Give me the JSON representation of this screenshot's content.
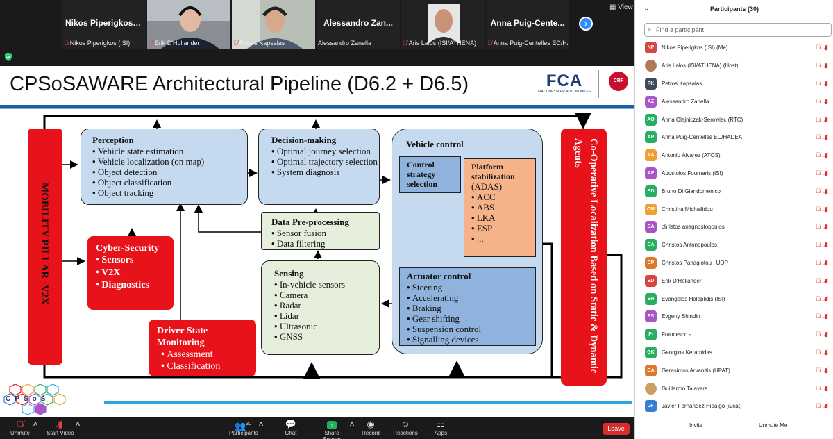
{
  "strip": {
    "tiles": [
      {
        "big_name": "Nikos Piperigkos (I...",
        "caption": "Nikos Piperigkos (ISI)"
      },
      {
        "big_name": "",
        "caption": "Erik D'Hollander"
      },
      {
        "big_name": "",
        "caption": "Petros Kapsalas"
      },
      {
        "big_name": "Alessandro Zan...",
        "caption": "Alessandro Zanella"
      },
      {
        "big_name": "",
        "caption": "Aris Lalos (ISI/ATHENA)"
      },
      {
        "big_name": "Anna Puig-Cente...",
        "caption": "Anna Puig-Centelles EC/HA..."
      }
    ],
    "view_label": "View"
  },
  "slide": {
    "title": "CPSoSAWARE Architectural Pipeline (D6.2 + D6.5)",
    "fca_logo": "FCA",
    "fca_sub": "FIAT CHRYSLER AUTOMOBILES",
    "crf_logo": "CRF",
    "mobility_pillar": "MOBILITY PILLAR -V2X",
    "coop_localization": "Co-Operative Localization Based on Static & Dynamic Agents",
    "perception": {
      "title": "Perception",
      "items": [
        "Vehicle state estimation",
        "Vehicle localization (on map)",
        "Object detection",
        "Object classification",
        "Object tracking"
      ]
    },
    "decision": {
      "title": "Decision-making",
      "items": [
        "Optimal journey selection",
        "Optimal trajectory selection",
        "System diagnosis"
      ]
    },
    "preprocessing": {
      "title": "Data Pre-processing",
      "items": [
        "Sensor fusion",
        "Data filtering"
      ]
    },
    "sensing": {
      "title": "Sensing",
      "items": [
        "In-vehicle sensors",
        "Camera",
        "Radar",
        "Lidar",
        "Ultrasonic",
        "GNSS"
      ]
    },
    "cyber": {
      "title": "Cyber-Security",
      "items": [
        "Sensors",
        "V2X",
        "Diagnostics"
      ]
    },
    "driver": {
      "title": "Driver State Monitoring",
      "items": [
        "Assessment",
        "Classification"
      ]
    },
    "vehicle_control": {
      "title": "Vehicle control",
      "control_strategy": "Control strategy selection",
      "platform_title": "Platform stabilization",
      "platform_sub": "(ADAS)",
      "platform_items": [
        "ACC",
        "ABS",
        "LKA",
        "ESP",
        "..."
      ],
      "actuator_title": "Actuator control",
      "actuator_items": [
        "Steering",
        "Accelerating",
        "Braking",
        "Gear shifting",
        "Suspension control",
        "Signalling devices"
      ]
    },
    "cps_logo_letters": [
      "C",
      "P",
      "S",
      "o",
      "S"
    ]
  },
  "toolbar": {
    "unmute": "Unmute",
    "start_video": "Start Video",
    "participants": "Participants",
    "participants_count": "30",
    "chat": "Chat",
    "share_screen": "Share Screen",
    "record": "Record",
    "reactions": "Reactions",
    "apps": "Apps",
    "leave": "Leave"
  },
  "panel": {
    "title": "Participants (30)",
    "search_placeholder": "Find a participant",
    "invite": "Invite",
    "unmute_me": "Unmute Me",
    "participants": [
      {
        "initials": "NP",
        "name": "Nikos Piperigkos (ISI) (Me)",
        "color": "#d64541"
      },
      {
        "initials": "",
        "name": "Aris Lalos (ISI/ATHENA) (Host)",
        "color": "#b07a5a"
      },
      {
        "initials": "PK",
        "name": "Petros Kapsalas",
        "color": "#3d4a57"
      },
      {
        "initials": "AZ",
        "name": "Alessandro Zanella",
        "color": "#a855c8"
      },
      {
        "initials": "AO",
        "name": "Anna Olejniczak-Serowiec (RTC)",
        "color": "#27ae60"
      },
      {
        "initials": "AP",
        "name": "Anna Puig-Centelles EC/HADEA",
        "color": "#27ae60"
      },
      {
        "initials": "AÁ",
        "name": "Antonio Álvarez (ATOS)",
        "color": "#f0a030"
      },
      {
        "initials": "AF",
        "name": "Apostolos Fournaris (ISI)",
        "color": "#a855c8"
      },
      {
        "initials": "BD",
        "name": "Bruno Di Giandomenico",
        "color": "#27ae60"
      },
      {
        "initials": "CM",
        "name": "Christina Michailidou",
        "color": "#f0a030"
      },
      {
        "initials": "CA",
        "name": "christos anagnostopoulos",
        "color": "#a855c8"
      },
      {
        "initials": "CA",
        "name": "Christos Antonopoulos",
        "color": "#27ae60"
      },
      {
        "initials": "CP",
        "name": "Christos Panagiotou | UOP",
        "color": "#e0782a"
      },
      {
        "initials": "ED",
        "name": "Erik D'Hollander",
        "color": "#d64541"
      },
      {
        "initials": "EH",
        "name": "Evangelos Haleplidis (ISI)",
        "color": "#27ae60"
      },
      {
        "initials": "ES",
        "name": "Evgeny Shindin",
        "color": "#a855c8"
      },
      {
        "initials": "F-",
        "name": "Francesco -",
        "color": "#27ae60"
      },
      {
        "initials": "GK",
        "name": "Georgios Keramidas",
        "color": "#27ae60"
      },
      {
        "initials": "GA",
        "name": "Gerasimos Arvanitis (UPAT)",
        "color": "#e0782a"
      },
      {
        "initials": "",
        "name": "Guillermo Talavera",
        "color": "#c8a060"
      },
      {
        "initials": "JF",
        "name": "Javier Fernandez Hidalgo (i2cat)",
        "color": "#3a7bd5"
      }
    ]
  }
}
